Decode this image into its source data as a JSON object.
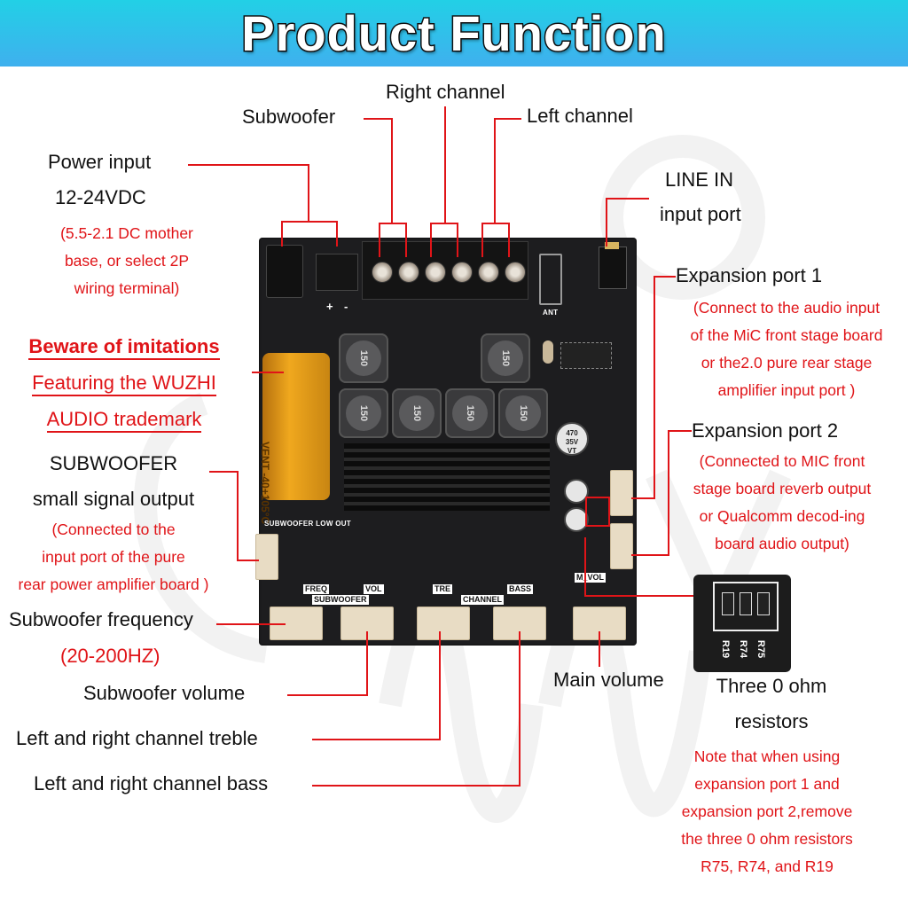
{
  "banner": {
    "title": "Product Function",
    "gradient_top": "#22d0e6",
    "gradient_bottom": "#3fb0ee"
  },
  "colors": {
    "callout_line": "#e01418",
    "note_text": "#e01418",
    "label_text": "#111111",
    "pcb": "#1d1d1f"
  },
  "callouts": {
    "subwoofer": "Subwoofer",
    "right_channel": "Right channel",
    "left_channel": "Left channel",
    "power_input": {
      "title": "Power input",
      "spec": "12-24VDC",
      "note": [
        "(5.5-2.1 DC mother",
        "base, or select 2P",
        "wiring terminal)"
      ]
    },
    "line_in": {
      "line1": "LINE IN",
      "line2": "input port"
    },
    "warning": [
      "Beware of imitations",
      "Featuring the WUZHI",
      "AUDIO trademark"
    ],
    "expansion_port_1": {
      "title": "Expansion port 1",
      "note": [
        "(Connect to the audio input",
        "of the MiC front stage board",
        "or the2.0 pure rear stage",
        "amplifier input port )"
      ]
    },
    "expansion_port_2": {
      "title": "Expansion port 2",
      "note": [
        "(Connected to MIC front",
        "stage board reverb output",
        "or Qualcomm decod-ing",
        "board audio output)"
      ]
    },
    "subwoofer_output": {
      "line1": "SUBWOOFER",
      "line2": "small signal output",
      "note": [
        "(Connected to the",
        "input port of the pure",
        "rear power amplifier board )"
      ]
    },
    "subwoofer_frequency": {
      "title": "Subwoofer frequency",
      "range": "(20-200HZ)"
    },
    "subwoofer_volume": "Subwoofer volume",
    "treble": "Left and right channel treble",
    "bass": "Left and right channel bass",
    "main_volume": "Main volume",
    "resistors": {
      "line1": "Three 0 ohm",
      "line2": "resistors",
      "note": [
        "Note that when using",
        "expansion port 1 and",
        "expansion port 2,remove",
        "the three 0 ohm resistors",
        "R75, R74, and R19"
      ]
    }
  },
  "board": {
    "inductor_marking": "150",
    "silkscreen": {
      "sub_low_out": "SUBWOOFER LOW OUT",
      "freq": "FREQ",
      "vol": "VOL",
      "subwoofer": "SUBWOOFER",
      "tre": "TRE",
      "channel": "CHANNEL",
      "bass": "BASS",
      "m_vol": "M_VOL",
      "ant": "ANT",
      "plus": "+",
      "minus": "-"
    },
    "capacitor_text": [
      "VENT",
      "-40+105°C"
    ],
    "small_cap_text": [
      "470",
      "35V",
      "VT"
    ],
    "resistor_labels": [
      "R19",
      "R74",
      "R75"
    ],
    "resistor_value": "0"
  }
}
